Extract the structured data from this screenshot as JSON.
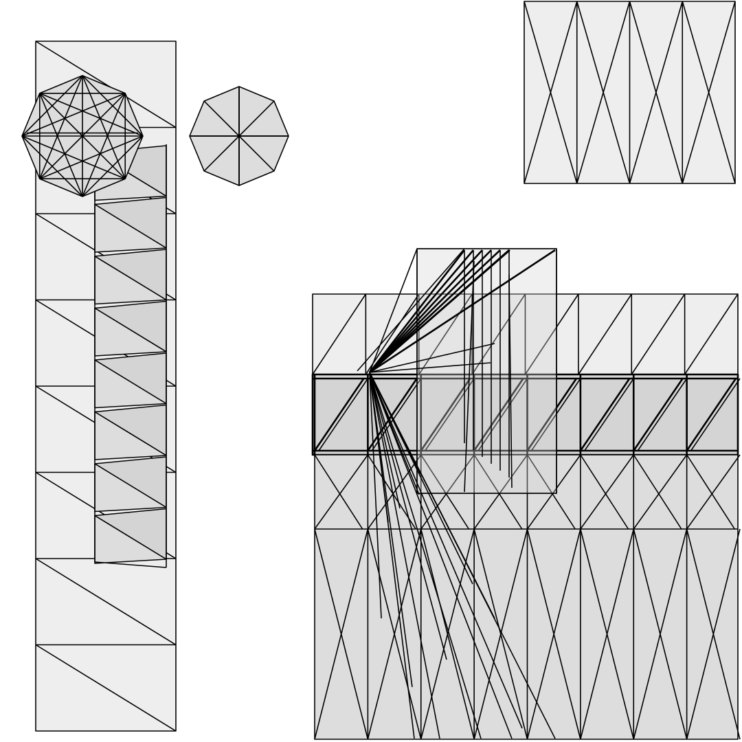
{
  "colors": {
    "background": "#ffffff",
    "stroke": "#000000",
    "fill_light": "#eeeeee",
    "fill_mid": "#dddddd",
    "fill_dark": "#d4d4d4"
  },
  "meshes": [
    {
      "name": "left-strip-mesh",
      "kind": "triangulated-strip",
      "cells": 8
    },
    {
      "name": "left-zigzag-mesh",
      "kind": "zigzag-band",
      "teeth": 8
    },
    {
      "name": "left-octagon-mesh",
      "kind": "fan-octagon",
      "sides": 8
    },
    {
      "name": "small-octagon-mesh",
      "kind": "fan-octagon",
      "sides": 8
    },
    {
      "name": "top-right-grid-mesh",
      "kind": "crossed-columns",
      "columns": 4
    },
    {
      "name": "lower-right-mesh",
      "kind": "layered-grid",
      "columns": 8,
      "rows": 3
    },
    {
      "name": "lower-right-overlay-mesh",
      "kind": "fan-overlay",
      "spokes": 15
    }
  ]
}
